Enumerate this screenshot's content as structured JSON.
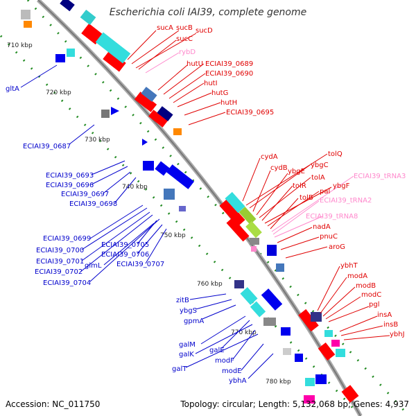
{
  "title": "Escherichia coli IAI39, complete genome",
  "footer": {
    "accession": "Accession: NC_011750",
    "summary": "Topology: circular; Length: 5,132,068 bp; Genes: 4,937"
  },
  "ticks": [
    "710 kbp",
    "720 kbp",
    "730 kbp",
    "740 kbp",
    "750 kbp",
    "760 kbp",
    "770 kbp",
    "780 kbp"
  ],
  "labels_red": [
    "sucA",
    "sucB",
    "sucD",
    "sucC",
    "hutU",
    "ECIAI39_0689",
    "ECIAI39_0690",
    "hutI",
    "hutG",
    "hutH",
    "ECIAI39_0695",
    "cydA",
    "tolQ",
    "ybgC",
    "cydB",
    "ybgE",
    "tolA",
    "tolR",
    "ybgF",
    "pal",
    "tolB",
    "nadA",
    "pnuC",
    "aroG",
    "ybhT",
    "modA",
    "modB",
    "modC",
    "pgl",
    "insA",
    "insB",
    "ybhJ"
  ],
  "labels_pink": [
    "rybD",
    "ECIAI39_tRNA3",
    "ECIAI39_tRNA2",
    "ECIAI39_tRNA8"
  ],
  "labels_blue": [
    "gltA",
    "ECIAI39_0687",
    "ECIAI39_0693",
    "ECIAI39_0696",
    "ECIAI39_0697",
    "ECIAI39_0698",
    "ECIAI39_0699",
    "ECIAI39_0700",
    "ECIAI39_0705",
    "ECIAI39_0701",
    "glmL",
    "ECIAI39_0706",
    "ECIAI39_0702",
    "ECIAI39_0707",
    "ECIAI39_0704",
    "zitB",
    "ybgS",
    "gpmA",
    "galM",
    "galE",
    "galK",
    "modF",
    "galT",
    "modE",
    "ybhA"
  ],
  "colors": {
    "forward": "#ff0000",
    "reverse": "#0000ff",
    "rna": "#ff88cc",
    "backbone": "#999999",
    "tick": "#228b22"
  }
}
